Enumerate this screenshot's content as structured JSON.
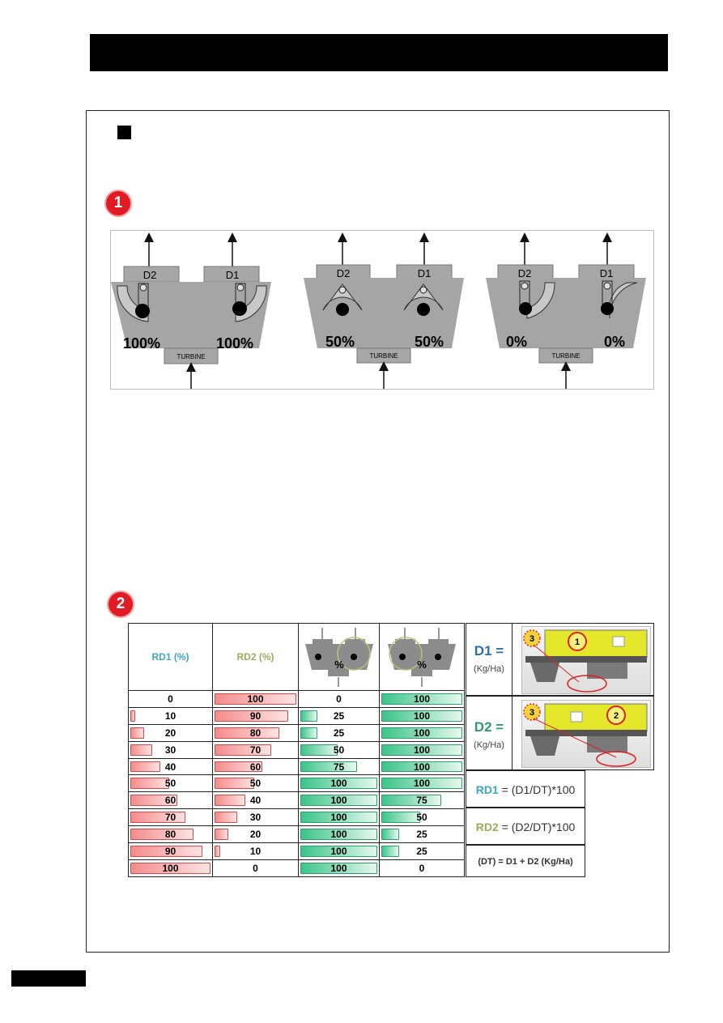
{
  "badges": {
    "one": "1",
    "two": "2"
  },
  "diagram": {
    "panels": [
      {
        "left_label": "D2",
        "right_label": "D1",
        "left_pct": "100%",
        "right_pct": "100%",
        "bottom_label": "TURBINE"
      },
      {
        "left_label": "D2",
        "right_label": "D1",
        "left_pct": "50%",
        "right_pct": "50%",
        "bottom_label": "TURBINE"
      },
      {
        "left_label": "D2",
        "right_label": "D1",
        "left_pct": "0%",
        "right_pct": "0%",
        "bottom_label": "TURBINE"
      }
    ]
  },
  "table": {
    "headers": {
      "rd1": "RD1 (%)",
      "rd2": "RD2 (%)",
      "icon_pct": "%"
    },
    "rows": [
      {
        "rd1": "0",
        "rd2": "100",
        "s1": "0",
        "s2": "100"
      },
      {
        "rd1": "10",
        "rd2": "90",
        "s1": "25",
        "s2": "100"
      },
      {
        "rd1": "20",
        "rd2": "80",
        "s1": "25",
        "s2": "100"
      },
      {
        "rd1": "30",
        "rd2": "70",
        "s1": "50",
        "s2": "100"
      },
      {
        "rd1": "40",
        "rd2": "60",
        "s1": "75",
        "s2": "100"
      },
      {
        "rd1": "50",
        "rd2": "50",
        "s1": "100",
        "s2": "100"
      },
      {
        "rd1": "60",
        "rd2": "40",
        "s1": "100",
        "s2": "75"
      },
      {
        "rd1": "70",
        "rd2": "30",
        "s1": "100",
        "s2": "50"
      },
      {
        "rd1": "80",
        "rd2": "20",
        "s1": "100",
        "s2": "25"
      },
      {
        "rd1": "90",
        "rd2": "10",
        "s1": "100",
        "s2": "25"
      },
      {
        "rd1": "100",
        "rd2": "0",
        "s1": "100",
        "s2": "0"
      }
    ]
  },
  "side": {
    "d1_label": "D1 =",
    "d1_unit": "(Kg/Ha)",
    "d2_label": "D2 =",
    "d2_unit": "(Kg/Ha)",
    "photo1_callout_a": "3",
    "photo1_callout_b": "1",
    "photo2_callout_a": "3",
    "photo2_callout_b": "2",
    "formula_rd1_lhs": "RD1",
    "formula_rd1_rhs": "= (D1/DT)*100",
    "formula_rd2_lhs": "RD2",
    "formula_rd2_rhs": "= (D2/DT)*100",
    "formula_dt": "(DT) = D1 + D2 (Kg/Ha)"
  },
  "colors": {
    "red": "#e01b24",
    "teal": "#3aa8c1",
    "olive": "#9aae5a",
    "green": "#2bab72",
    "dt_red": "#c92a2a",
    "d1_blue": "#2f6fa8",
    "d2_green": "#2a9d6e"
  }
}
